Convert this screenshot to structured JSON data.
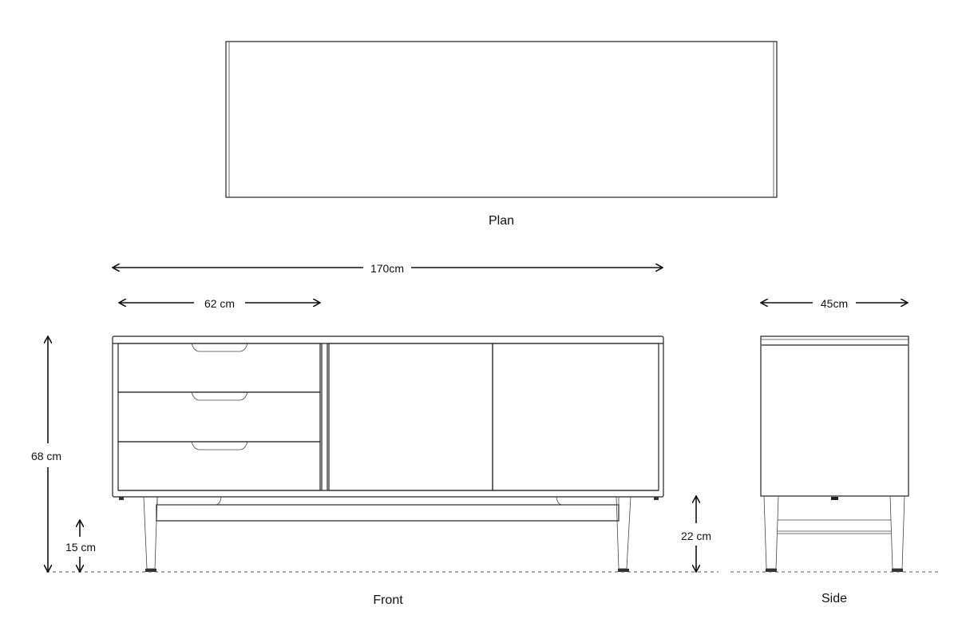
{
  "views": {
    "plan_label": "Plan",
    "front_label": "Front",
    "side_label": "Side"
  },
  "dimensions": {
    "total_width": "170cm",
    "drawer_width": "62 cm",
    "depth": "45cm",
    "total_height": "68 cm",
    "leg_clearance": "15 cm",
    "base_height": "22 cm"
  }
}
